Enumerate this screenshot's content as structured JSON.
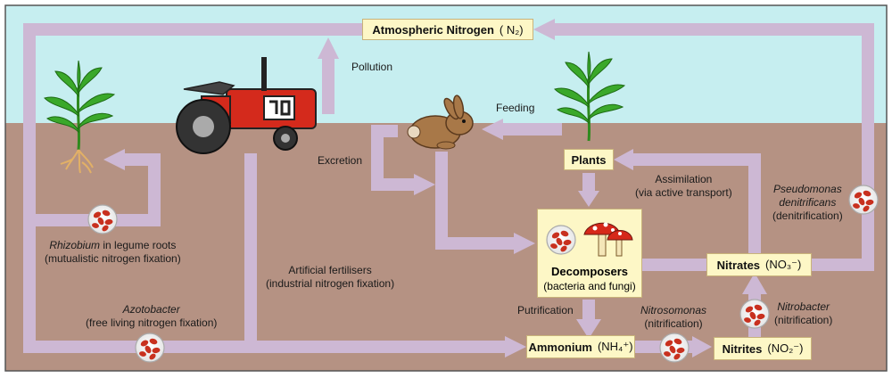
{
  "atmosphere": {
    "name": "Atmospheric Nitrogen",
    "formula": "( N₂)"
  },
  "nodes": {
    "plants": "Plants",
    "decomposers_title": "Decomposers",
    "decomposers_sub": "(bacteria and fungi)",
    "nitrates_name": "Nitrates",
    "nitrates_formula": "(NO₃⁻)",
    "ammonium_name": "Ammonium",
    "ammonium_formula": "(NH₄⁺)",
    "nitrites_name": "Nitrites",
    "nitrites_formula": "(NO₂⁻)"
  },
  "labels": {
    "pollution": "Pollution",
    "feeding": "Feeding",
    "excretion": "Excretion",
    "assimilation_1": "Assimilation",
    "assimilation_2": "(via active transport)",
    "pseudomonas_1": "Pseudomonas",
    "pseudomonas_2": "denitrificans",
    "pseudomonas_3": "(denitrification)",
    "rhizobium_1": "Rhizobium",
    "rhizobium_1b": " in legume roots",
    "rhizobium_2": "(mutualistic nitrogen fixation)",
    "artificial_1": "Artificial fertilisers",
    "artificial_2": "(industrial nitrogen fixation)",
    "azotobacter_1": "Azotobacter",
    "azotobacter_2": "(free living nitrogen fixation)",
    "putrification": "Putrification",
    "nitrosomonas_1": "Nitrosomonas",
    "nitrosomonas_2": "(nitrification)",
    "nitrobacter_1": "Nitrobacter",
    "nitrobacter_2": "(nitrification)"
  },
  "colors": {
    "sky": "#c6eef0",
    "soil": "#b59283",
    "arrow": "#cdb8d4",
    "box_fill": "#fdf7c6"
  }
}
